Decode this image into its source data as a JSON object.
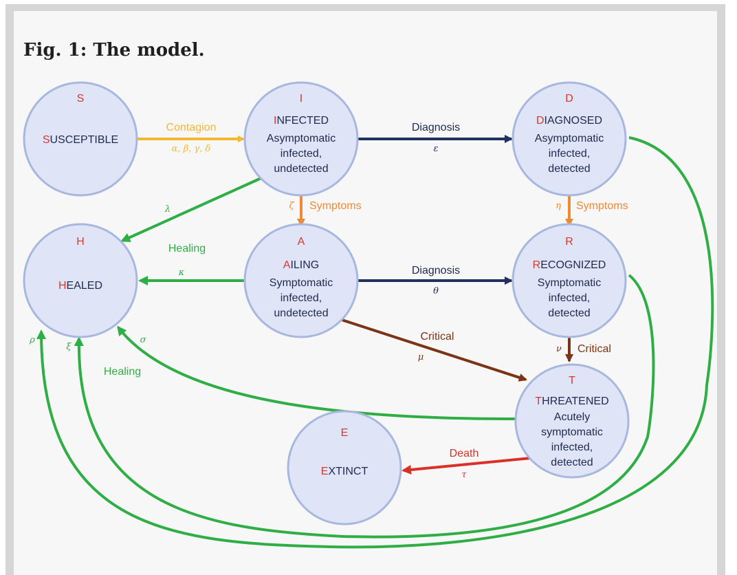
{
  "figure": {
    "title": "Fig. 1: The model."
  },
  "colors": {
    "node_fill": "#dfe5f6",
    "node_stroke": "#a7b7de",
    "letter_red": "#d8372f",
    "text_dark": "#1e2a4f",
    "contagion": "#f4b731",
    "diagnosis": "#1f3260",
    "symptoms": "#ee8a32",
    "healing": "#2fae45",
    "critical": "#7b3414",
    "death": "#dc3026"
  },
  "nodes": {
    "S": {
      "letter": "S",
      "first": "S",
      "rest": "USCEPTIBLE",
      "desc": []
    },
    "I": {
      "letter": "I",
      "first": "I",
      "rest": "NFECTED",
      "desc": [
        "Asymptomatic",
        "infected,",
        "undetected"
      ]
    },
    "D": {
      "letter": "D",
      "first": "D",
      "rest": "IAGNOSED",
      "desc": [
        "Asymptomatic",
        "infected,",
        "detected"
      ]
    },
    "H": {
      "letter": "H",
      "first": "H",
      "rest": "EALED",
      "desc": []
    },
    "A": {
      "letter": "A",
      "first": "A",
      "rest": "ILING",
      "desc": [
        "Symptomatic",
        "infected,",
        "undetected"
      ]
    },
    "R": {
      "letter": "R",
      "first": "R",
      "rest": "ECOGNIZED",
      "desc": [
        "Symptomatic",
        "infected,",
        "detected"
      ]
    },
    "T": {
      "letter": "T",
      "first": "T",
      "rest": "HREATENED",
      "desc": [
        "Acutely",
        "symptomatic",
        "infected,",
        "detected"
      ]
    },
    "E": {
      "letter": "E",
      "first": "E",
      "rest": "XTINCT",
      "desc": []
    }
  },
  "edges": {
    "contagion": {
      "label": "Contagion",
      "params": "α, β, γ, δ"
    },
    "diagnosis_id": {
      "label": "Diagnosis",
      "param": "ε"
    },
    "symptoms_ia": {
      "label": "Symptoms",
      "param": "ζ"
    },
    "symptoms_dr": {
      "label": "Symptoms",
      "param": "η"
    },
    "healing_ih": {
      "param": "λ"
    },
    "healing_ah": {
      "label": "Healing",
      "param": "κ"
    },
    "diagnosis_ar": {
      "label": "Diagnosis",
      "param": "θ"
    },
    "critical_at": {
      "label": "Critical",
      "param": "μ"
    },
    "critical_rt": {
      "label": "Critical",
      "param": "ν"
    },
    "healing_th": {
      "label": "Healing",
      "param": "σ"
    },
    "healing_rh": {
      "param": "ξ"
    },
    "healing_dh": {
      "param": "ρ"
    },
    "death": {
      "label": "Death",
      "param": "τ"
    }
  }
}
